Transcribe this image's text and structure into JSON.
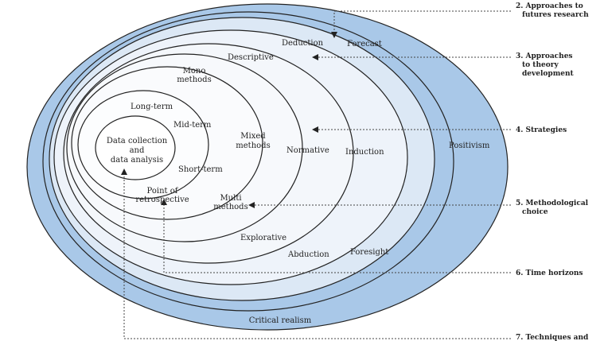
{
  "layers": {
    "positivism": "Positivism",
    "critical_realism": "Critical realism",
    "deduction": "Deduction",
    "forecast": "Forecast",
    "descriptive": "Descriptive",
    "induction": "Induction",
    "normative": "Normative",
    "abduction": "Abduction",
    "foresight": "Foresight",
    "explorative": "Explorative",
    "mono_methods_1": "Mono",
    "mono_methods_2": "methods",
    "mixed_methods_1": "Mixed",
    "mixed_methods_2": "methods",
    "multi_methods_1": "Multi",
    "multi_methods_2": "methods",
    "long_term": "Long-term",
    "mid_term": "Mid-term",
    "short_term": "Short-term",
    "point_of_retrospective_1": "Point of",
    "point_of_retrospective_2": "retrospective",
    "core_1": "Data collection",
    "core_2": "and",
    "core_3": "data analysis"
  },
  "side_labels": {
    "futures_1": "2. Approaches to",
    "futures_2": "futures research",
    "theory_1": "3. Approaches",
    "theory_2": "to theory",
    "theory_3": "development",
    "strategies": "4. Strategies",
    "method_1": "5. Methodological",
    "method_2": "choice",
    "time": "6. Time horizons",
    "tech": "7. Techniques and"
  },
  "colors": {
    "outer_fill": "#a9c8e8",
    "mid_fill": "#dce8f5",
    "inner_fill": "#f4f7fb",
    "stroke": "#222222"
  }
}
